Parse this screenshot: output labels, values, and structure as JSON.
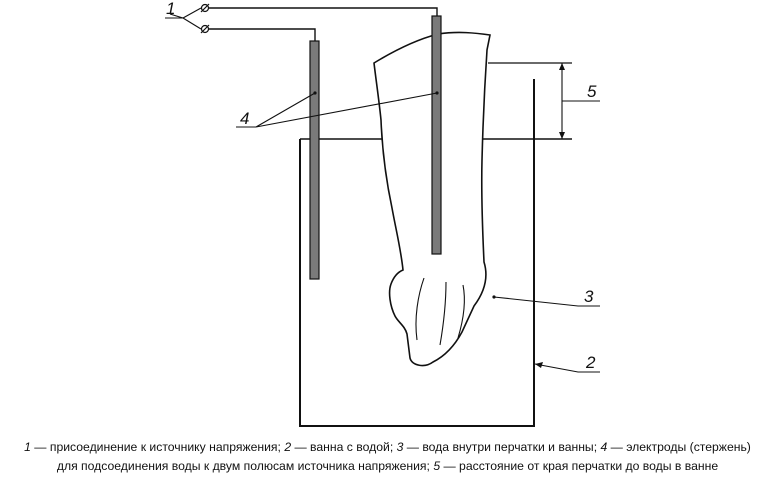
{
  "diagram": {
    "callouts": {
      "voltage_connection": "1",
      "water_bath": "2",
      "water_inside": "3",
      "electrodes": "4",
      "distance": "5"
    }
  },
  "caption": {
    "line1": [
      {
        "num": "1",
        "text": " — присоединение к источнику напряжения; "
      },
      {
        "num": "2",
        "text": " — ванна с водой; "
      },
      {
        "num": "3",
        "text": " — вода внутри перчатки и ванны; "
      },
      {
        "num": "4",
        "text": " — электроды (стержень)"
      }
    ],
    "line2_a": "для подсоединения воды к двум полюсам источника напряжения; ",
    "line2_num": "5",
    "line2_b": " — расстояние от края перчатки до воды в ванне"
  },
  "colors": {
    "ink": "#111111",
    "electrode_fill": "#7a7a7a"
  }
}
